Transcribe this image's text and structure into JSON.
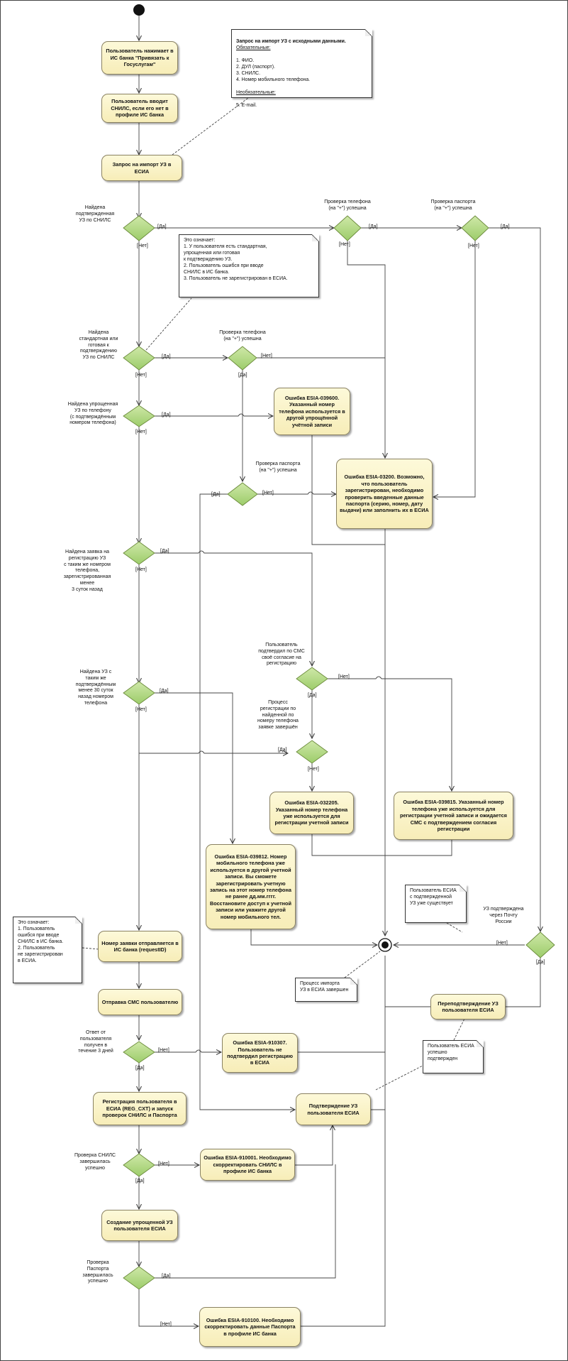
{
  "nodes": {
    "a1": "Пользователь нажимает в ИС банка \"Привязать к Госуслугам\"",
    "a2": "Пользователь вводит СНИЛС, если его нет в профиле ИС банка",
    "a3": "Запрос на импорт УЗ в ЕСИА",
    "e39600": "Ошибка ESIA-039600. Указанный номер телефона используется в другой упрощённой учётной записи",
    "e03200": "Ошибка ESIA-03200. Возможно, что пользователь зарегистрирован, необходимо проверить введенные данные паспорта (серию, номер, дату выдачи) или заполнить их в ЕСИА",
    "e32205": "Ошибка ESIA-032205. Указанный номер телефона уже используется для регистрации учетной записи",
    "e39815": "Ошибка ESIA-039815. Указанный номер телефона уже используется для регистрации учетной записи и ожидается СМС с подтверждением согласия регистрации",
    "e39812": "Ошибка ESIA-039812. Номер мобильного телефона уже используется в другой учетной записи. Вы сможете зарегистрировать учетную запись на этот номер телефона не ранее дд.мм.гггг. Восстановите доступ к учетной записи или укажите другой номер мобильного тел.",
    "send_id": "Номер заявки отправляется в ИС банка (requestID)",
    "sms": "Отправка СМС пользователю",
    "reconfirm": "Переподтверждение УЗ пользователя ЕСИА",
    "e910307": "Ошибка ESIA-910307. Пользователь не подтвердил регистрацию в ЕСИА",
    "register": "Регистрация пользователя в ЕСИА (REG_CXT) и запуск проверок СНИЛС и Паспорта",
    "confirm": "Подтверждение УЗ пользователя ЕСИА",
    "e910001": "Ошибка ESIA-910001. Необходимо скорректировать СНИЛС в профиле ИС банка",
    "create": "Создание упрощенной УЗ пользователя ЕСИА",
    "e910100": "Ошибка ESIA-910100. Необходимо скорректировать данные Паспорта в профиле ИС банка"
  },
  "notes": {
    "n_request_title": "Запрос на импорт УЗ с исходными данными.",
    "n_request_req": "Обязательные:",
    "n_request_body1": "1. ФИО.\n2. ДУЛ (паспорт).\n3. СНИЛС.\n4. Номер мобильного телефона.",
    "n_request_opt": "Необязательные:",
    "n_request_body2": "5. E-mail.",
    "n_means1": "Это означает:\n1. У пользователя есть стандартная,\n    упрощенная или готовая\n    к подтверждению УЗ.\n2. Пользователь ошибся при вводе\n    СНИЛС в ИС банка.\n3. Пользователь не зарегистрирован в ЕСИА.",
    "n_means2": "Это означает:\n1. Пользователь\n    ошибся при вводе\n    СНИЛС в ИС банка.\n2. Пользователь\n    не зарегистрирован\n    в ЕСИА.",
    "n_exists": "Пользователь ЕСИА\nс подтвержденной\nУЗ уже существует",
    "n_done": "Процесс импорта\nУЗ в ЕСИА завершен",
    "n_confirmed": "Пользователь ЕСИА\nуспешно\nподтвержден"
  },
  "labels": {
    "d1": "Найдена\nподтвержденная\nУЗ по СНИЛС",
    "d2": "Найдена\nстандартная или\nготовая к\nподтверждению\nУЗ по СНИЛС",
    "d3": "Найдена упрощенная\nУЗ по телефону\n(с подтверждённым\nномером телефона)",
    "d4": "Найдена заявка на\nрегистрацию УЗ\nс таким же номером\nтелефона,\nзарегистрированная\nменее\n3 суток назад",
    "d5": "Найдена УЗ с\nтаким же\nподтверждённым\nменее 30 суток\nназад номером\nтелефона",
    "d_phone1": "Проверка телефона\n(на \"+\") успешна",
    "d_pass1": "Проверка паспорта\n(на \"+\") успешна",
    "d_phone2": "Проверка телефона\n(на \"+\") успешна",
    "d_pass2": "Проверка паспорта\n(на \"+\") успешна",
    "d_smsok": "Пользователь\nподтвердил по СМС\nсвоё согласие на\nрегистрацию",
    "d_regdone": "Процесс\nрегистрации по\nнайденной по\nномеру телефона\nзаявке завершён",
    "d_post": "УЗ подтверждена\nчерез Почту\nРоссии",
    "d_reply": "Ответ от\nпользователя\nполучен в\nтечение 3 дней",
    "d_snils": "Проверка СНИЛС\nзавершилась\nуспешно",
    "d_passchk": "Проверка\nПаспорта\nзавершилась\nуспешно"
  },
  "guards": {
    "yes": "[Да]",
    "no": "[Нет]"
  }
}
